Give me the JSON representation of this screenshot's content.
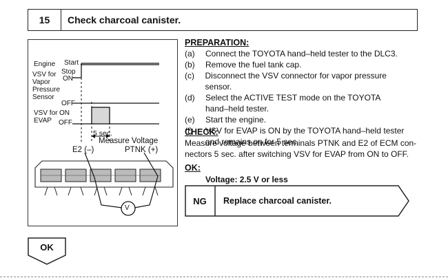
{
  "header": {
    "step_number": "15",
    "title": "Check charcoal canister."
  },
  "figure": {
    "signals": [
      {
        "label": "Engine",
        "state": "Start"
      },
      {
        "label": "VSV for Vapor Pressure Sensor",
        "state_on": "Stop ON",
        "state_off": "OFF"
      },
      {
        "label": "VSV for EVAP",
        "state_on": "ON",
        "state_off": "OFF"
      }
    ],
    "engine_label": "Engine",
    "engine_state": "Start",
    "vsv_vapor_label_1": "VSV for",
    "vsv_vapor_label_2": "Vapor",
    "vsv_vapor_label_3": "Pressure",
    "vsv_vapor_label_4": "Sensor",
    "vsv_vapor_stop": "Stop",
    "vsv_vapor_on": "ON",
    "vsv_vapor_off": "OFF",
    "vsv_evap_label_1": "VSV for",
    "vsv_evap_label_2": "EVAP",
    "vsv_evap_on": "ON",
    "vsv_evap_off": "OFF",
    "time_label": "5 sec.",
    "measure_label": "Measure Voltage",
    "e2_label": "E2 (–)",
    "ptnk_label": "PTNK (+)",
    "meter_symbol": "V"
  },
  "preparation": {
    "heading": "PREPARATION:",
    "steps": [
      {
        "marker": "(a)",
        "lines": [
          "Connect the TOYOTA hand–held tester to the DLC3."
        ]
      },
      {
        "marker": "(b)",
        "lines": [
          "Remove the fuel tank cap."
        ]
      },
      {
        "marker": "(c)",
        "lines": [
          "Disconnect the VSV connector for vapor pressure sensor."
        ]
      },
      {
        "marker": "(d)",
        "lines": [
          "Select the ACTIVE TEST mode on the TOYOTA",
          "hand–held tester."
        ]
      },
      {
        "marker": "(e)",
        "lines": [
          "Start the engine."
        ]
      },
      {
        "marker": "(f)",
        "lines": [
          "VSV for EVAP is ON by the TOYOTA hand–held tester",
          "and remains on for 5 sec."
        ]
      }
    ]
  },
  "check": {
    "heading": "CHECK:",
    "line1": "Measure voltage between terminals PTNK and E2 of ECM con-",
    "line2": "nectors 5 sec. after switching VSV for EVAP from ON to OFF."
  },
  "ok_spec": {
    "heading": "OK:",
    "value": "Voltage: 2.5 V or less"
  },
  "ng": {
    "label": "NG",
    "action": "Replace charcoal canister."
  },
  "ok_button": {
    "label": "OK"
  }
}
